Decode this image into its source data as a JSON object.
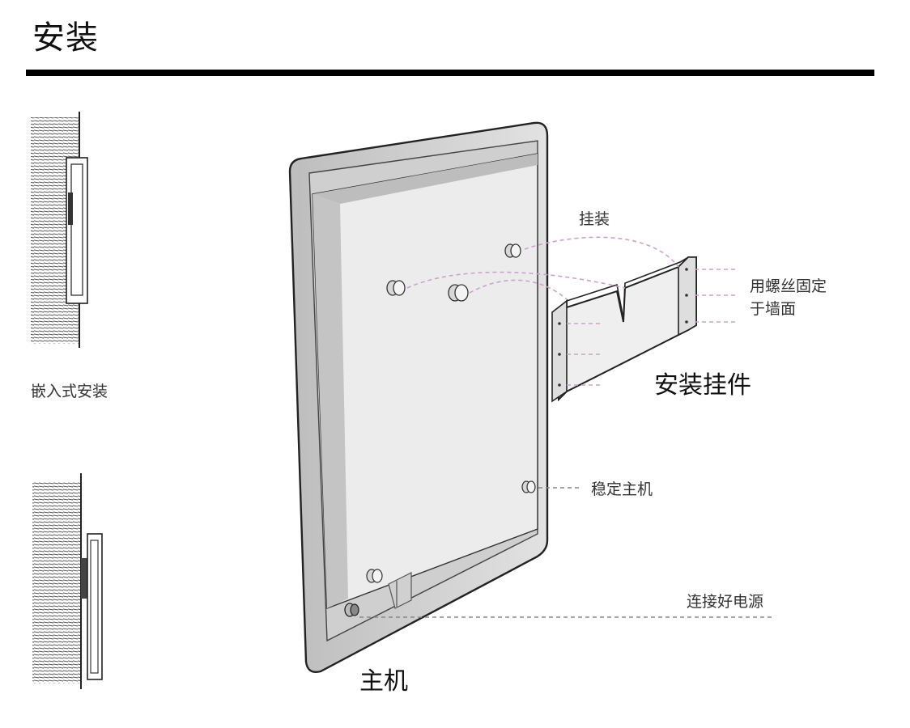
{
  "title": "安装",
  "labels": {
    "embedded_install": "嵌入式安装",
    "hanging": "挂装",
    "screw_fix_line1": "用螺丝固定",
    "screw_fix_line2": "于墙面",
    "bracket": "安装挂件",
    "stabilize": "稳定主机",
    "power": "连接好电源",
    "host": "主机"
  },
  "colors": {
    "rule": "#000000",
    "guide_pink": "#c9a3c9",
    "guide_gray": "#888888",
    "panel_face": "#ececec",
    "frame": "#d6d6d6"
  }
}
